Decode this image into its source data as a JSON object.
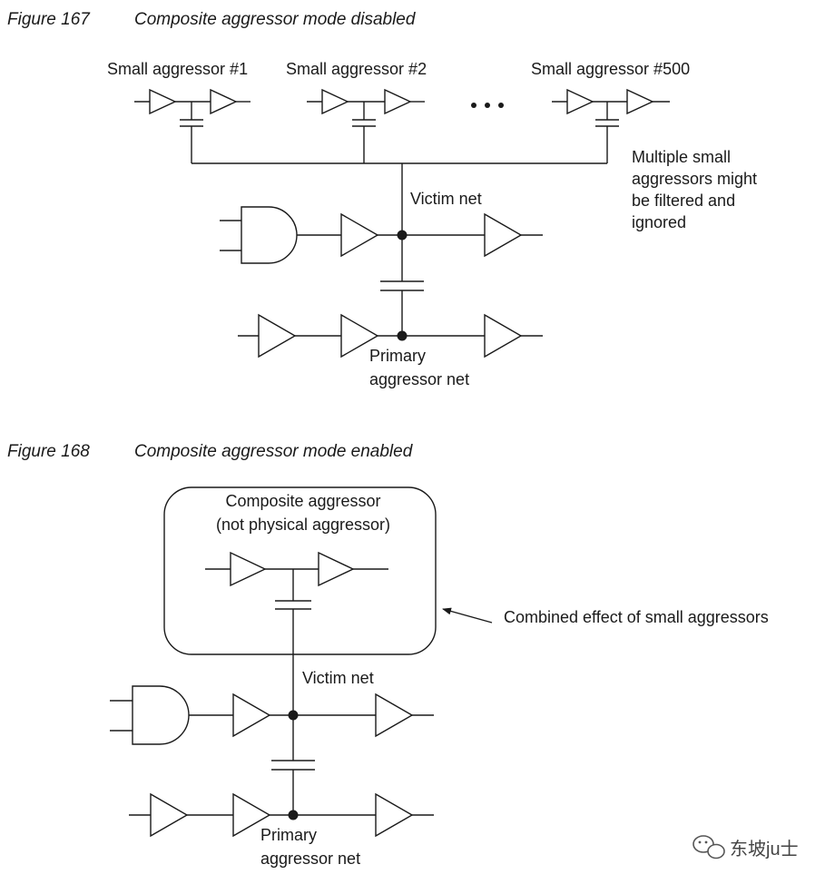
{
  "fig167": {
    "number": "Figure 167",
    "title": "Composite aggressor mode disabled",
    "small_aggressors": [
      "Small aggressor #1",
      "Small aggressor #2",
      "Small aggressor #500"
    ],
    "note_lines": [
      "Multiple small",
      "aggressors might",
      "be filtered and",
      "ignored"
    ],
    "victim_label": "Victim net",
    "primary_lines": [
      "Primary",
      "aggressor net"
    ]
  },
  "fig168": {
    "number": "Figure 168",
    "title": "Composite aggressor mode enabled",
    "composite_lines": [
      "Composite aggressor",
      "(not physical aggressor)"
    ],
    "combined_label": "Combined effect of small aggressors",
    "victim_label": "Victim net",
    "primary_lines": [
      "Primary",
      "aggressor net"
    ]
  },
  "watermark": {
    "text": "东坡ju士",
    "icon": "chat-bubbles-icon"
  }
}
